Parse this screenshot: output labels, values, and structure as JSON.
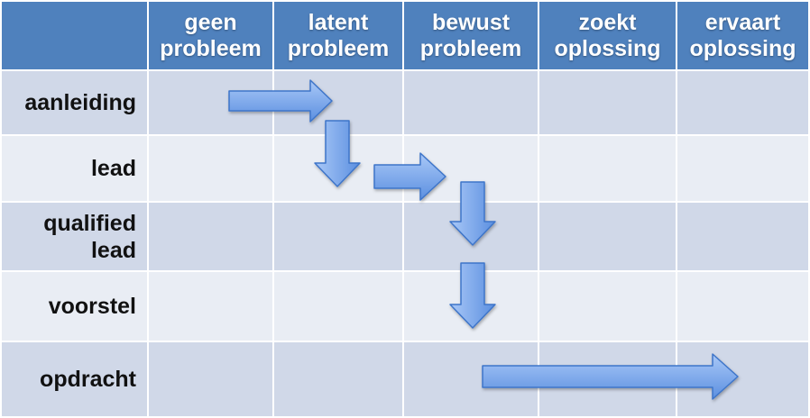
{
  "columns": [
    "geen\nprobleem",
    "latent\nprobleem",
    "bewust\nprobleem",
    "zoekt\noplossing",
    "ervaart\noplossing"
  ],
  "rows": [
    "aanleiding",
    "lead",
    "qualified\nlead",
    "voorstel",
    "opdracht"
  ],
  "colors": {
    "header": "#4f81bd",
    "row_dark": "#d0d8e8",
    "row_light": "#e9edf4",
    "arrow_fill_top": "#a9c8f7",
    "arrow_fill_bottom": "#5b8fe0",
    "arrow_stroke": "#3e74c9"
  },
  "arrows": [
    {
      "direction": "right",
      "row": "aanleiding",
      "from_column": "geen\nprobleem",
      "to_column": "latent\nprobleem"
    },
    {
      "direction": "down",
      "column": "latent\nprobleem",
      "from_row": "aanleiding",
      "to_row": "lead"
    },
    {
      "direction": "right",
      "row": "lead",
      "from_column": "latent\nprobleem",
      "to_column": "bewust\nprobleem"
    },
    {
      "direction": "down",
      "column": "bewust\nprobleem",
      "from_row": "lead",
      "to_row": "qualified\nlead"
    },
    {
      "direction": "down",
      "column": "bewust\nprobleem",
      "from_row": "qualified\nlead",
      "to_row": "voorstel"
    },
    {
      "direction": "right",
      "row": "opdracht",
      "from_column": "bewust\nprobleem",
      "to_column": "ervaart\noplossing"
    }
  ]
}
